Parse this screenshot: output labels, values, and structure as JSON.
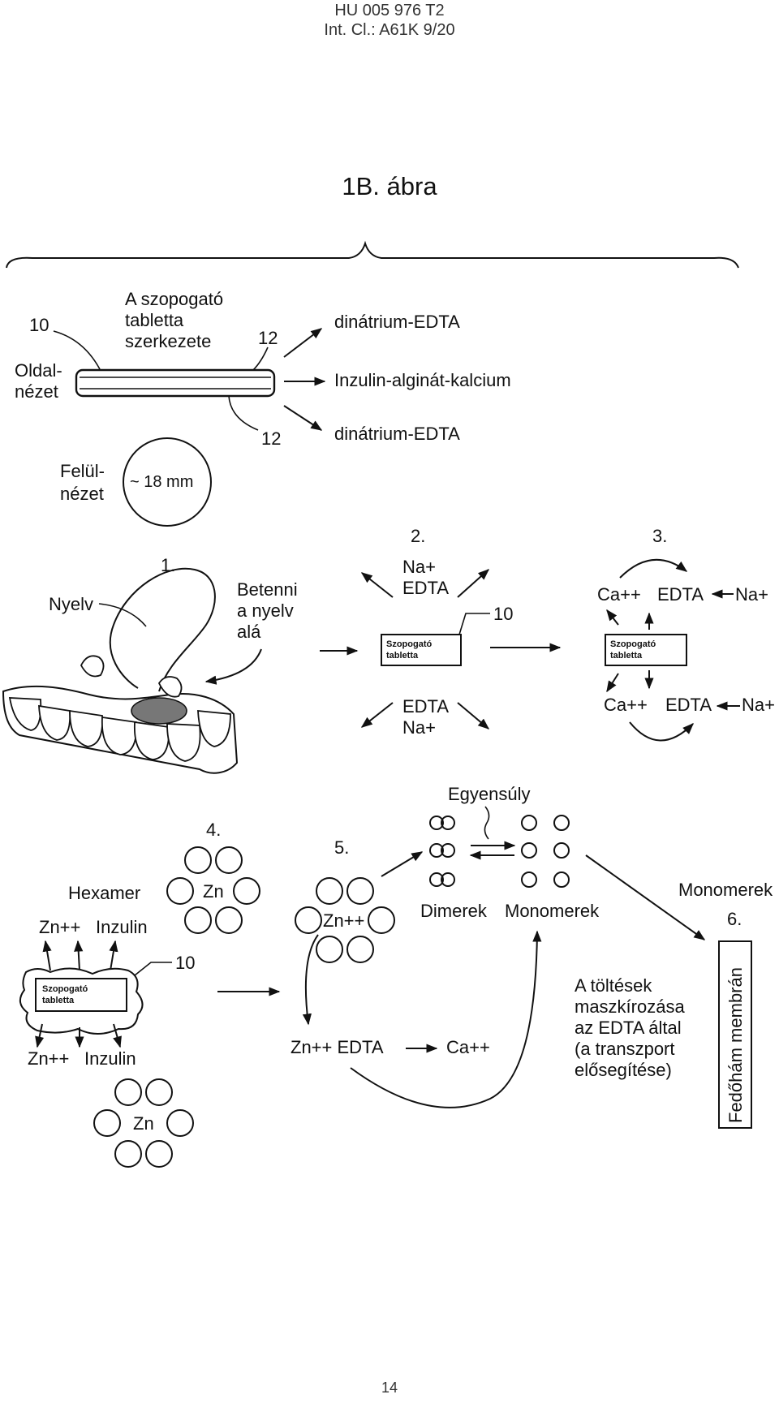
{
  "header": {
    "doc_number": "HU 005 976 T2",
    "classification": "Int. Cl.: A61K 9/20"
  },
  "figure_title": "1B. ábra",
  "page_number": "14",
  "structure": {
    "ref_10": "10",
    "title_line1": "A szopogató",
    "title_line2": "tabletta",
    "title_line3": "szerkezete",
    "ref_12_top": "12",
    "ref_12_bottom": "12",
    "side_view_line1": "Oldal-",
    "side_view_line2": "nézet",
    "layer_top": "dinátrium-EDTA",
    "layer_middle": "Inzulin-alginát-kalcium",
    "layer_bottom": "dinátrium-EDTA",
    "top_view_line1": "Felül-",
    "top_view_line2": "nézet",
    "diameter": "~ 18 mm"
  },
  "step1": {
    "number": "1.",
    "tongue": "Nyelv",
    "instruction_line1": "Betenni",
    "instruction_line2": "a nyelv",
    "instruction_line3": "alá"
  },
  "step2": {
    "number": "2.",
    "top_ion": "Na+",
    "top_edta": "EDTA",
    "ref_10": "10",
    "tablet_line1": "Szopogató",
    "tablet_line2": "tabletta",
    "bottom_edta": "EDTA",
    "bottom_ion": "Na+"
  },
  "step3": {
    "number": "3.",
    "top_ca": "Ca++",
    "top_edta": "EDTA",
    "top_na": "Na+",
    "tablet_line1": "Szopogató",
    "tablet_line2": "tabletta",
    "bottom_ca": "Ca++",
    "bottom_edta": "EDTA",
    "bottom_na": "Na+"
  },
  "step4": {
    "number": "4.",
    "hexamer": "Hexamer",
    "zn_upper": "Zn",
    "zn_top_label": "Zn++",
    "insulin_top_label": "Inzulin",
    "ref_10": "10",
    "tablet_line1": "Szopogató",
    "tablet_line2": "tabletta",
    "zn_bottom_label": "Zn++",
    "insulin_bottom_label": "Inzulin",
    "zn_lower": "Zn"
  },
  "step5": {
    "number": "5.",
    "center_zn": "Zn++",
    "equilibrium": "Egyensúly",
    "dimers": "Dimerek",
    "monomers": "Monomerek",
    "zn_edta": "Zn++ EDTA",
    "ca": "Ca++",
    "masking_line1": "A töltések",
    "masking_line2": "maszkírozása",
    "masking_line3": "az EDTA által",
    "masking_line4": "(a transzport",
    "masking_line5": "elősegítése)"
  },
  "step6": {
    "monomers": "Monomerek",
    "number": "6.",
    "membrane": "Fedőhám membrán"
  }
}
